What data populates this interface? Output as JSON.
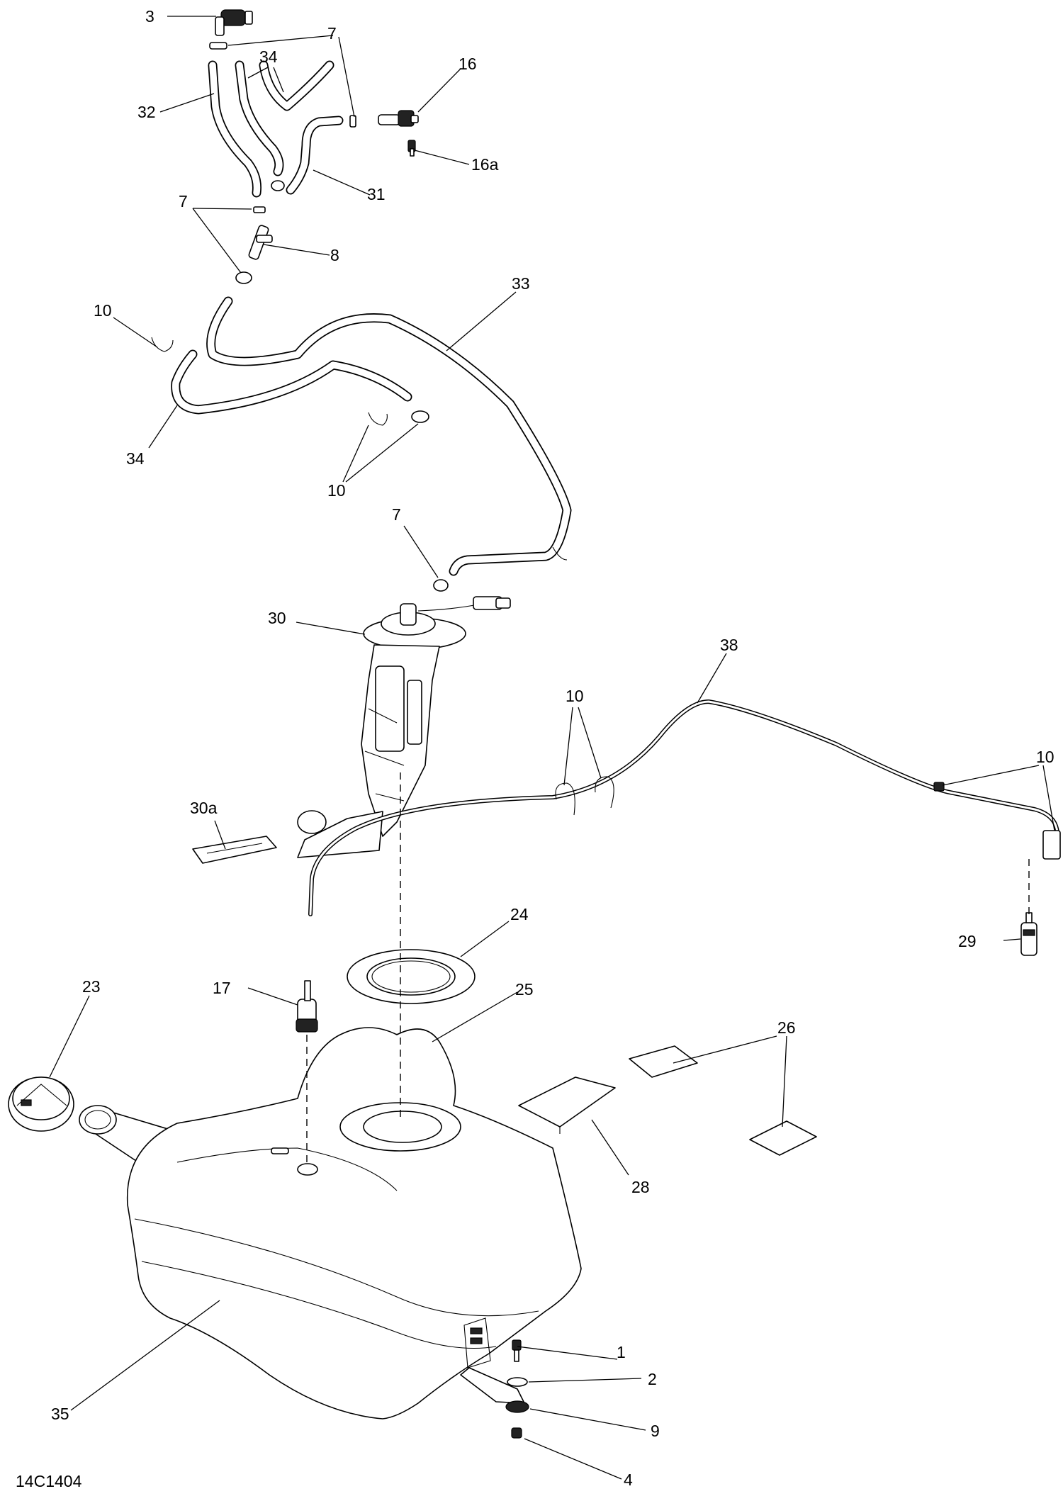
{
  "callouts": {
    "c1": "1",
    "c2": "2",
    "c3": "3",
    "c4": "4",
    "c7a": "7",
    "c7b": "7",
    "c7c": "7",
    "c8": "8",
    "c9": "9",
    "c10a": "10",
    "c10b": "10",
    "c10c": "10",
    "c10d": "10",
    "c16": "16",
    "c16a": "16a",
    "c17": "17",
    "c23": "23",
    "c24": "24",
    "c25": "25",
    "c26": "26",
    "c28": "28",
    "c29": "29",
    "c30": "30",
    "c30a": "30a",
    "c31": "31",
    "c32": "32",
    "c33": "33",
    "c34a": "34",
    "c34b": "34",
    "c35": "35",
    "c38": "38"
  },
  "figure_code": "14C1404"
}
